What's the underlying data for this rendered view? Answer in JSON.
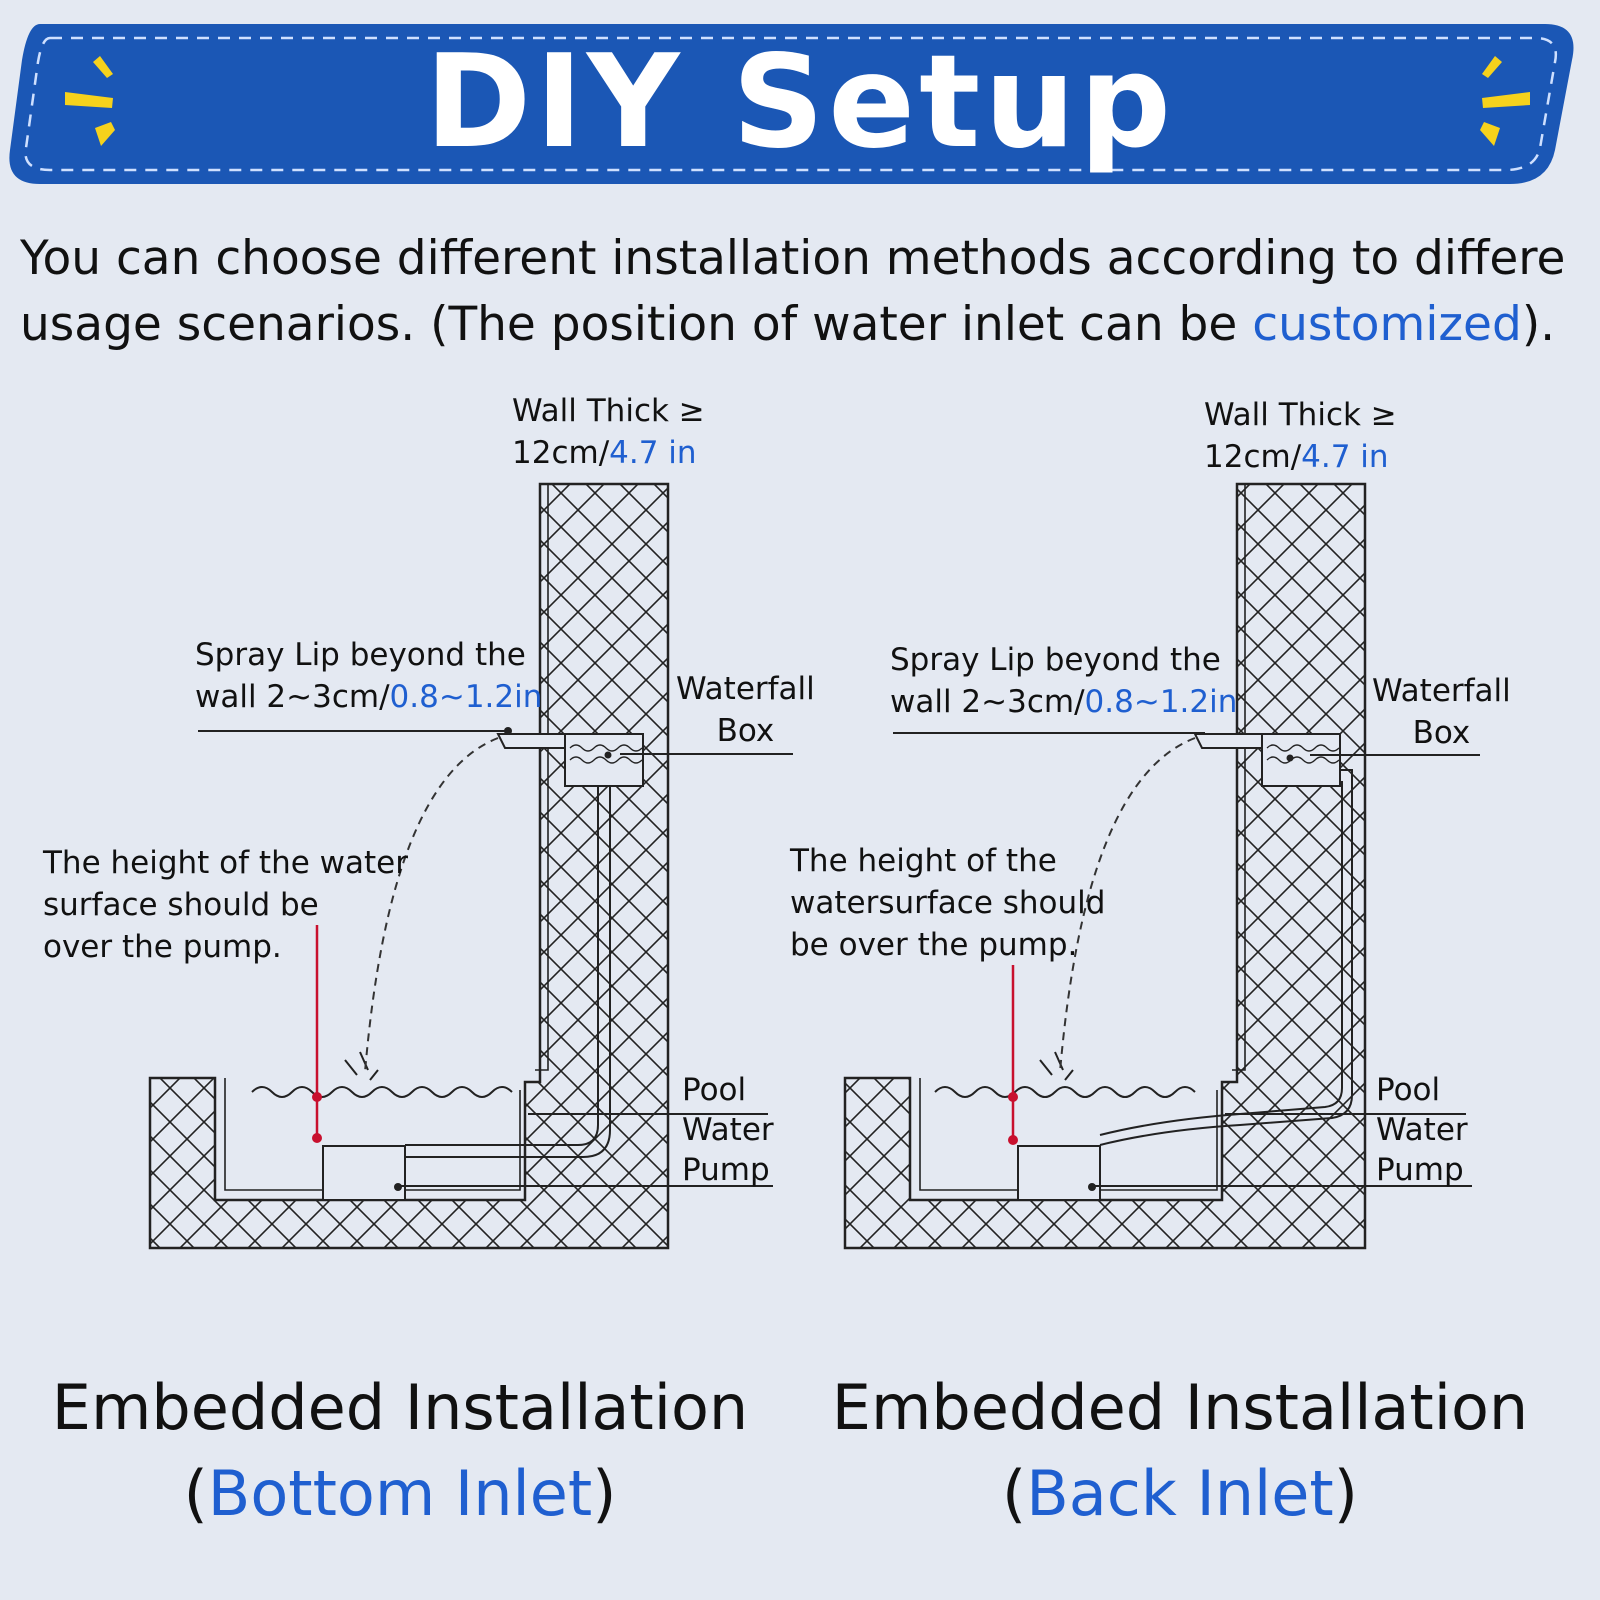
{
  "banner": {
    "title": "DIY Setup"
  },
  "intro": {
    "line1": "You can choose different installation methods according to differe",
    "line2_prefix": "usage scenarios. (The position of water inlet can be ",
    "line2_highlight": "customized",
    "line2_suffix": ")."
  },
  "diagrams": [
    {
      "wall_thick_line1": "Wall Thick ≥",
      "wall_thick_metric": "12cm/",
      "wall_thick_imperial": "4.7 in",
      "spray_lip_line1": "Spray Lip beyond the",
      "spray_lip_metric": "wall 2~3cm/",
      "spray_lip_imperial": "0.8~1.2in",
      "waterfall_line1": "Waterfall",
      "waterfall_line2": "Box",
      "water_height_line1": "The height of the water",
      "water_height_line2": "surface should be",
      "water_height_line3": "over the pump.",
      "pool_line1": "Pool",
      "pool_line2": "Water",
      "pool_line3": "Pump",
      "caption_line1": "Embedded Installation",
      "caption_open": "(",
      "caption_highlight": "Bottom Inlet",
      "caption_close": ")"
    },
    {
      "wall_thick_line1": "Wall Thick ≥",
      "wall_thick_metric": "12cm/",
      "wall_thick_imperial": "4.7 in",
      "spray_lip_line1": "Spray Lip beyond the",
      "spray_lip_metric": "wall 2~3cm/",
      "spray_lip_imperial": "0.8~1.2in",
      "waterfall_line1": "Waterfall",
      "waterfall_line2": "Box",
      "water_height_line1": "The height of the",
      "water_height_line2": "watersurface should",
      "water_height_line3": "be over the pump.",
      "pool_line1": "Pool",
      "pool_line2": "Water",
      "pool_line3": "Pump",
      "caption_line1": "Embedded Installation",
      "caption_open": "(",
      "caption_highlight": "Back Inlet",
      "caption_close": ")"
    }
  ],
  "colors": {
    "background": "#e4e9f2",
    "banner": "#1b57b5",
    "accent_blue": "#1f5fd0",
    "spark_yellow": "#f6d21c",
    "marker_red": "#c8102e"
  }
}
